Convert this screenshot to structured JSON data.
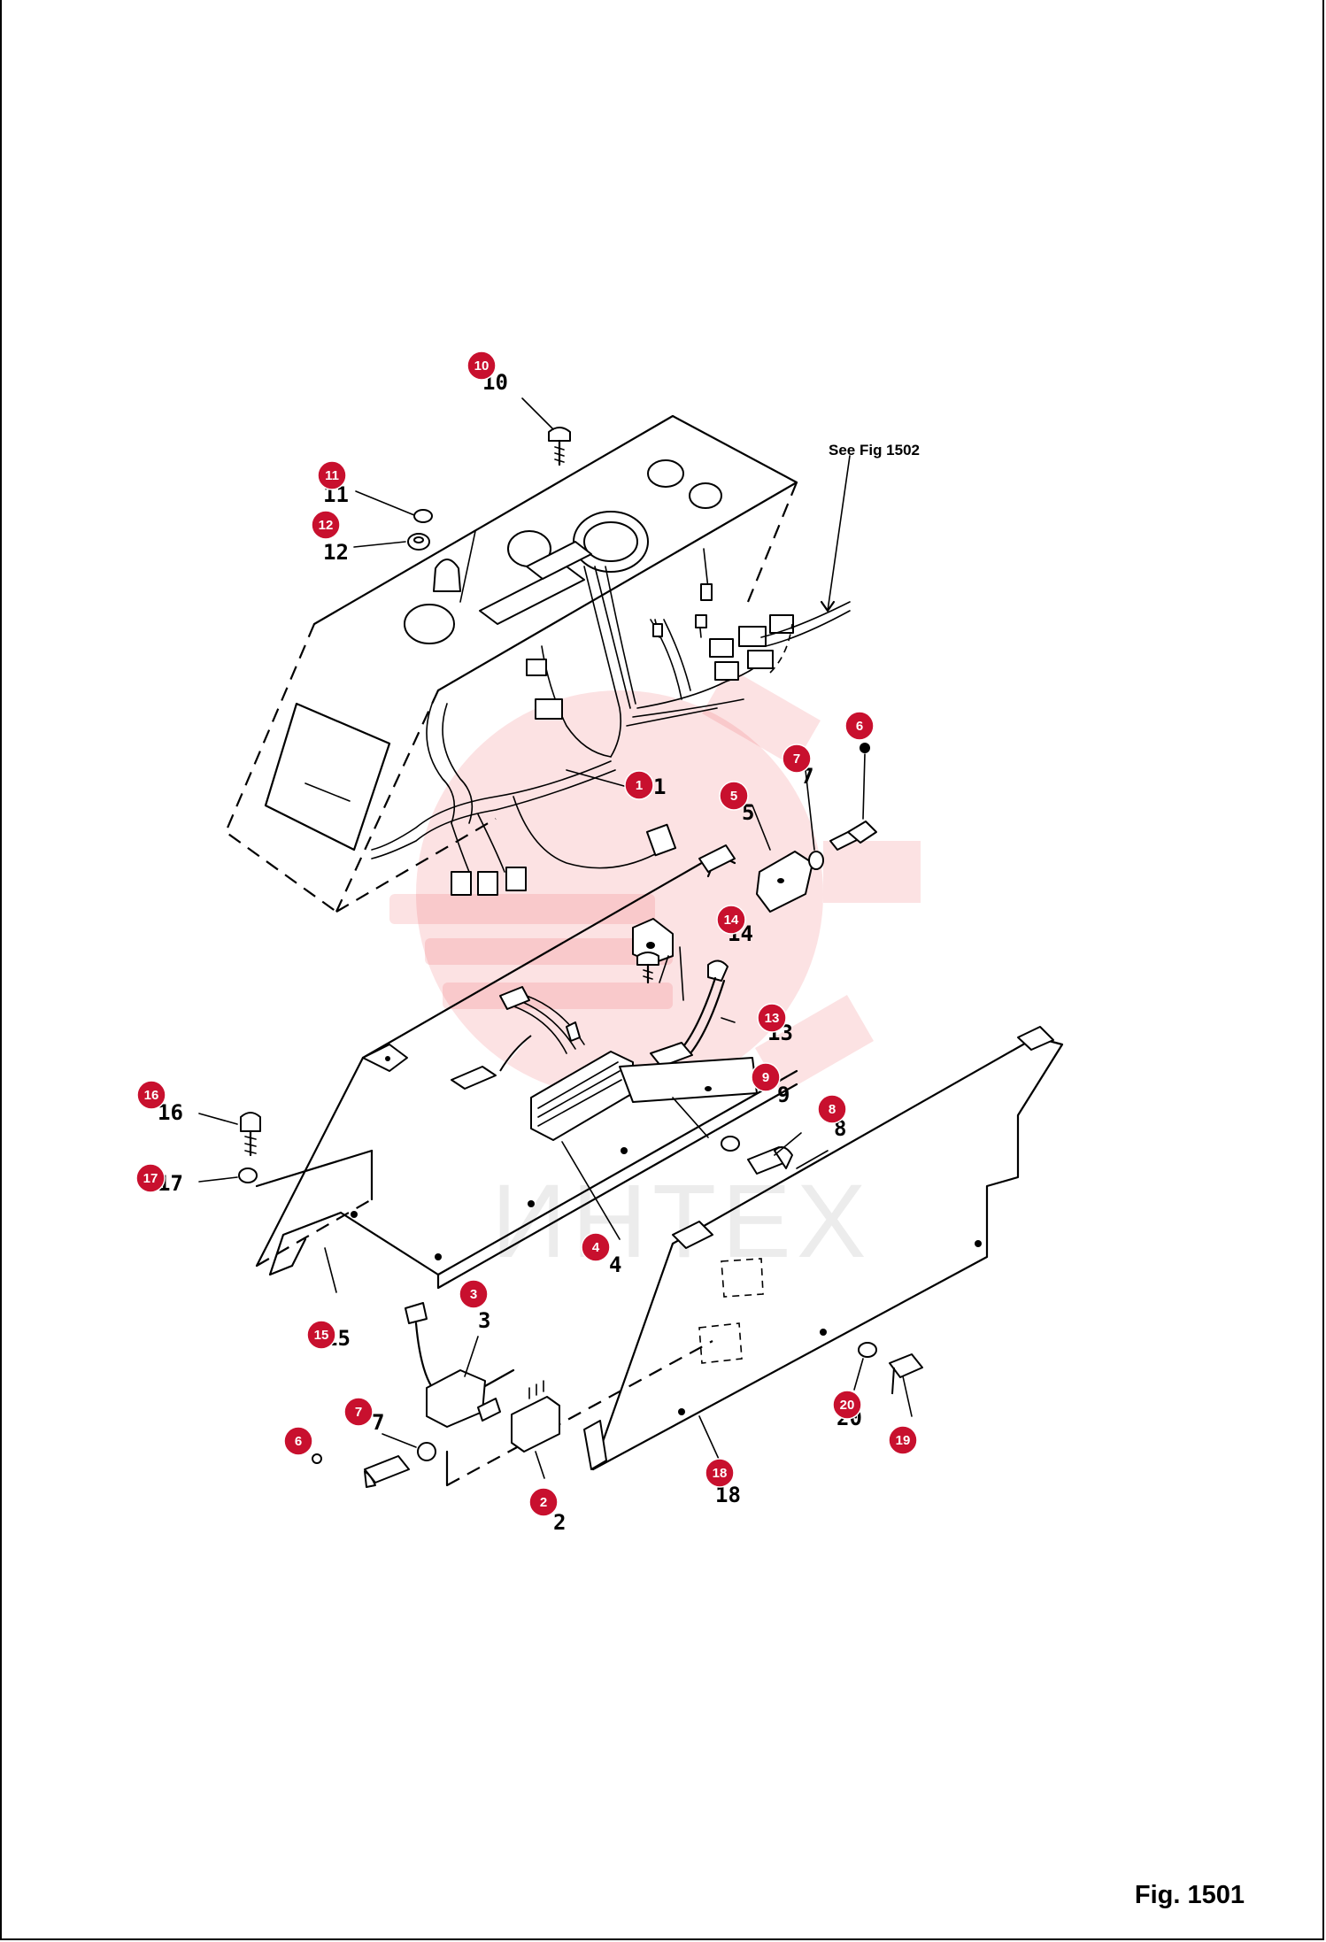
{
  "figure": {
    "label": "Fig. 1501"
  },
  "reference_note": "See Fig 1502",
  "watermark_text": "ИНТЕХ",
  "colors": {
    "callout": "#c8102e",
    "watermark": "#e8323a",
    "line": "#000000"
  },
  "callouts": [
    {
      "id": "1",
      "number": "1",
      "printed": "1"
    },
    {
      "id": "2",
      "number": "2",
      "printed": "2"
    },
    {
      "id": "3",
      "number": "3",
      "printed": "3"
    },
    {
      "id": "4",
      "number": "4",
      "printed": "4"
    },
    {
      "id": "5",
      "number": "5",
      "printed": "5"
    },
    {
      "id": "6a",
      "number": "6",
      "printed": ""
    },
    {
      "id": "6b",
      "number": "6",
      "printed": ""
    },
    {
      "id": "7a",
      "number": "7",
      "printed": "7"
    },
    {
      "id": "7b",
      "number": "7",
      "printed": "7"
    },
    {
      "id": "8",
      "number": "8",
      "printed": "8"
    },
    {
      "id": "9",
      "number": "9",
      "printed": "9"
    },
    {
      "id": "10",
      "number": "10",
      "printed": "10"
    },
    {
      "id": "11",
      "number": "11",
      "printed": "11"
    },
    {
      "id": "12",
      "number": "12",
      "printed": "12"
    },
    {
      "id": "13",
      "number": "13",
      "printed": "13"
    },
    {
      "id": "14",
      "number": "14",
      "printed": "14"
    },
    {
      "id": "15",
      "number": "15",
      "printed": "15"
    },
    {
      "id": "16",
      "number": "16",
      "printed": "16"
    },
    {
      "id": "17",
      "number": "17",
      "printed": "17"
    },
    {
      "id": "18",
      "number": "18",
      "printed": "18"
    },
    {
      "id": "19",
      "number": "19",
      "printed": ""
    },
    {
      "id": "20",
      "number": "20",
      "printed": "20"
    }
  ]
}
